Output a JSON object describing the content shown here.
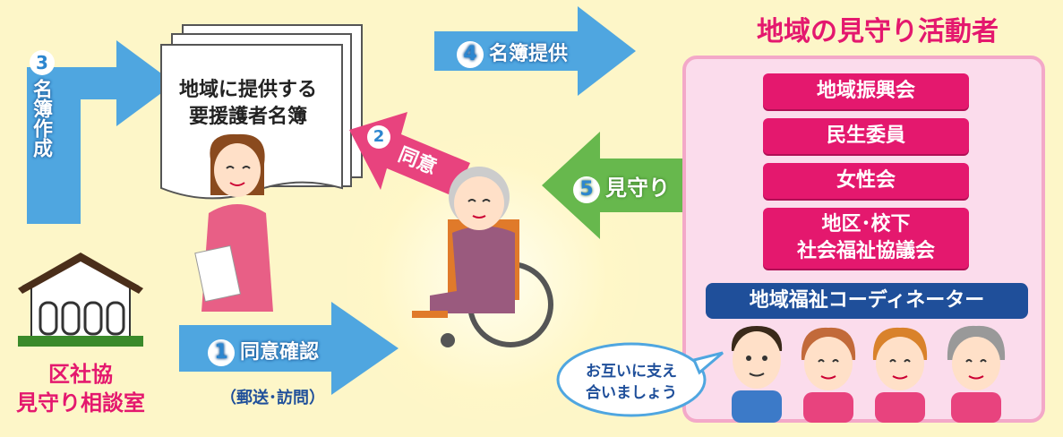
{
  "colors": {
    "background": "#fdf6c8",
    "arrow_blue": "#4fa6e0",
    "arrow_green": "#67b84d",
    "arrow_pink": "#e8437e",
    "org_box": "#e4186e",
    "org_panel": "#fbdcec",
    "coordinator_box": "#1f4f9a",
    "title_pink": "#e4186e"
  },
  "steps": {
    "step1": {
      "number": "1",
      "label": "同意確認",
      "sub": "（郵送･訪問）"
    },
    "step2": {
      "number": "2",
      "label": "同意"
    },
    "step3": {
      "number": "3",
      "label": "名簿作成"
    },
    "step4": {
      "number": "4",
      "label": "名簿提供"
    },
    "step5": {
      "number": "5",
      "label": "見守り"
    }
  },
  "document": {
    "line1": "地域に提供する",
    "line2": "要援護者名簿"
  },
  "office": {
    "line1": "区社協",
    "line2": "見守り相談室"
  },
  "watchers": {
    "title": "地域の見守り活動者",
    "orgs": [
      "地域振興会",
      "民生委員",
      "女性会",
      "地区･校下",
      "社会福祉協議会"
    ],
    "coordinator": "地域福祉コーディネーター",
    "speech_line1": "お互いに支え",
    "speech_line2": "合いましょう"
  },
  "icons": [
    "building-icon",
    "staff-person-icon",
    "wheelchair-person-icon",
    "resident-face-icon"
  ]
}
